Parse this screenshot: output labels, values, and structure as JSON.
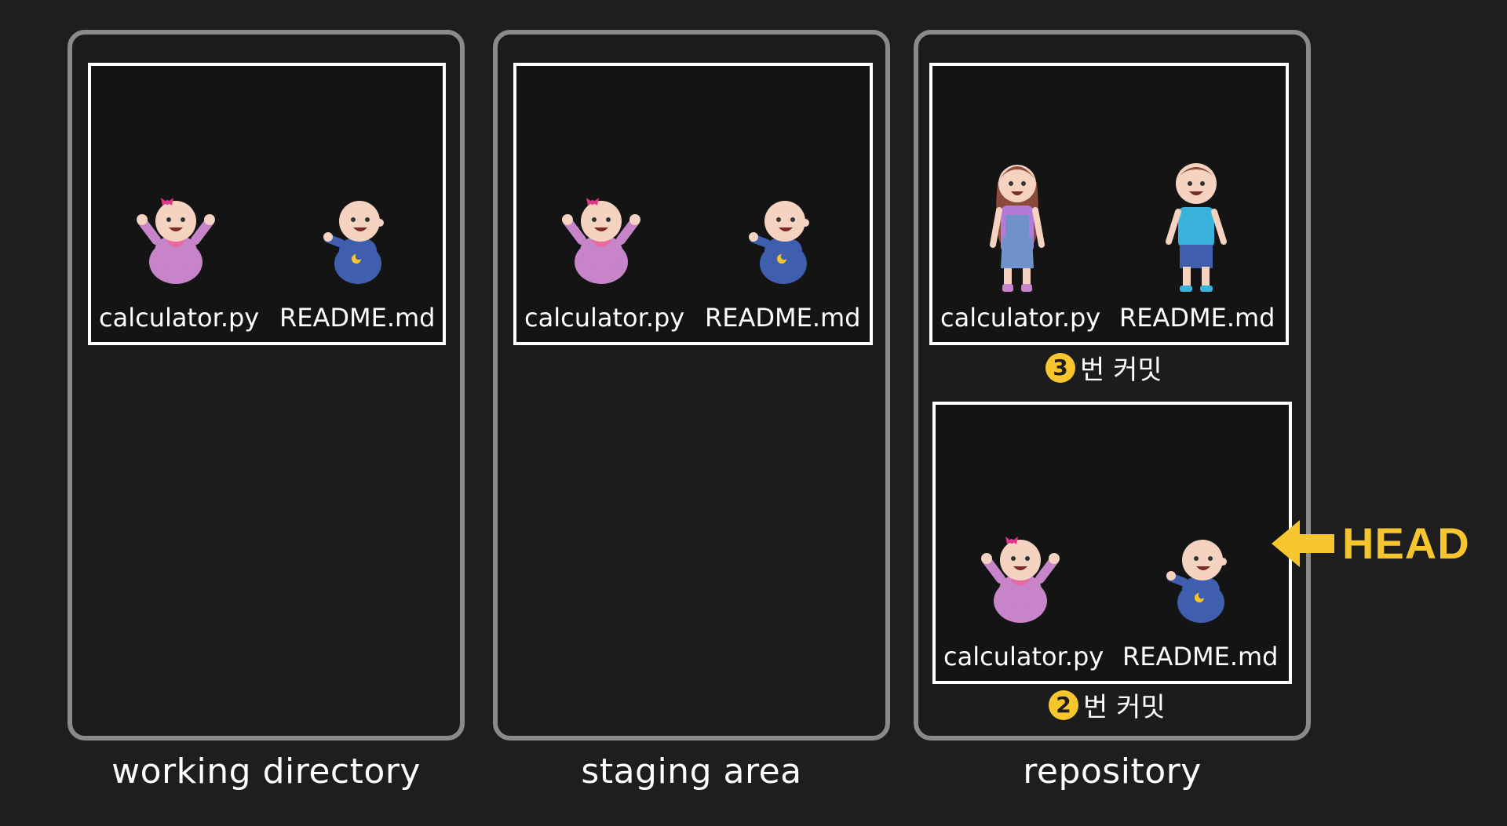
{
  "panels": {
    "working": {
      "label": "working directory",
      "files": [
        "calculator.py",
        "README.md"
      ]
    },
    "staging": {
      "label": "staging area",
      "files": [
        "calculator.py",
        "README.md"
      ]
    },
    "repository": {
      "label": "repository",
      "commits": [
        {
          "number": "3",
          "label": "번 커밋",
          "files": [
            "calculator.py",
            "README.md"
          ],
          "stage": "child"
        },
        {
          "number": "2",
          "label": "번 커밋",
          "files": [
            "calculator.py",
            "README.md"
          ],
          "stage": "baby"
        }
      ]
    }
  },
  "head": {
    "label": "HEAD",
    "color": "#f7c62f",
    "points_to_commit": "2"
  },
  "colors": {
    "panel_border": "#8a8a8a",
    "box_border": "#ffffff",
    "accent": "#f7c62f"
  }
}
